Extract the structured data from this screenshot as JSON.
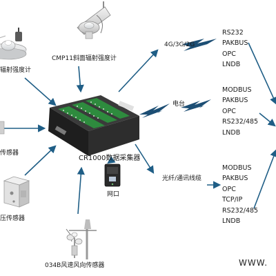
{
  "hub": {
    "label": "CR1000数据采集器"
  },
  "sensors": [
    {
      "id": "cmp11",
      "label": "CMP11斜面辐射强度计"
    },
    {
      "id": "rad",
      "label": "辐射强度计"
    },
    {
      "id": "left",
      "label": "传感器"
    },
    {
      "id": "press",
      "label": "压传感器"
    },
    {
      "id": "wind",
      "label": "034B风速风向传感器"
    }
  ],
  "ethernet": {
    "label": "网口"
  },
  "channels": [
    {
      "id": "cell",
      "label": "4G/3G/2G",
      "protocols": [
        "RS232",
        "PAKBUS",
        "OPC",
        "LNDB"
      ]
    },
    {
      "id": "radio",
      "label": "电台",
      "protocols": [
        "MODBUS",
        "PAKBUS",
        "OPC",
        "RS232/485",
        "LNDB"
      ]
    },
    {
      "id": "fiber",
      "label": "光纤/通讯线缆",
      "protocols": [
        "MODBUS",
        "PAKBUS",
        "OPC",
        "TCP/IP",
        "RS232/485",
        "LNDB"
      ]
    }
  ],
  "footer": {
    "url": "WWW."
  },
  "colors": {
    "arrow": "#1f5e86",
    "device_dark": "#262626",
    "terminal_green": "#2e8b3e",
    "bolt": "#1c4e74"
  }
}
